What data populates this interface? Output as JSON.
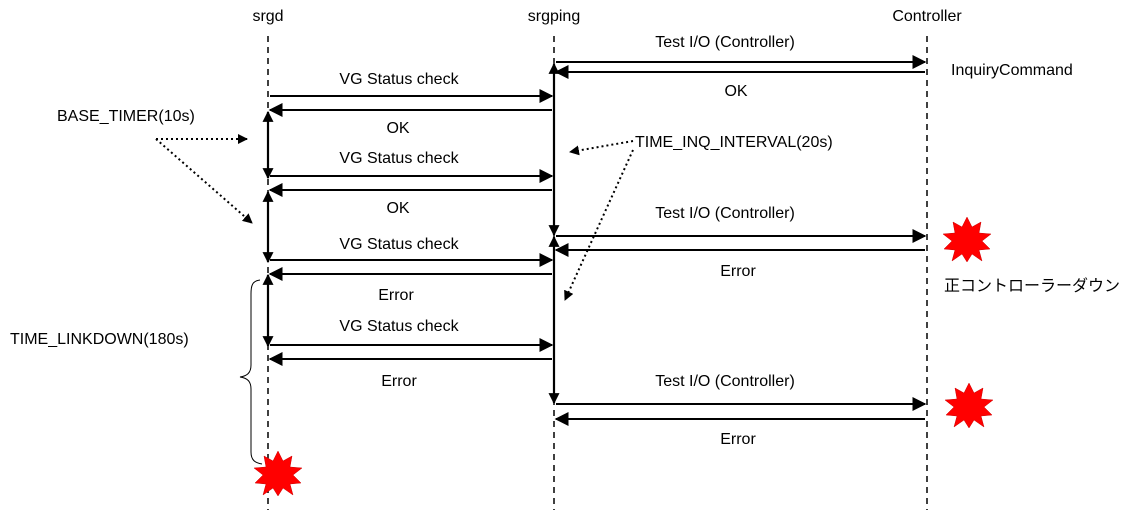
{
  "participants": {
    "srgd": "srgd",
    "srgping": "srgping",
    "controller": "Controller"
  },
  "messages": {
    "test_io_1": "Test I/O (Controller)",
    "ok_ctrl": "OK",
    "inquiry_command": "InquiryCommand",
    "vg_check_1": "VG Status check",
    "ok_1": "OK",
    "vg_check_2": "VG Status check",
    "ok_2": "OK",
    "test_io_2": "Test I/O (Controller)",
    "vg_check_3": "VG Status check",
    "error_ctrl_1": "Error",
    "error_1": "Error",
    "vg_check_4": "VG Status check",
    "error_2": "Error",
    "test_io_3": "Test I/O (Controller)",
    "error_ctrl_2": "Error"
  },
  "annotations": {
    "base_timer": "BASE_TIMER(10s)",
    "time_inq_interval": "TIME_INQ_INTERVAL(20s)",
    "time_linkdown": "TIME_LINKDOWN(180s)",
    "controller_down": "正コントローラーダウン"
  },
  "colors": {
    "burst": "#ff0000",
    "line": "#000000"
  }
}
